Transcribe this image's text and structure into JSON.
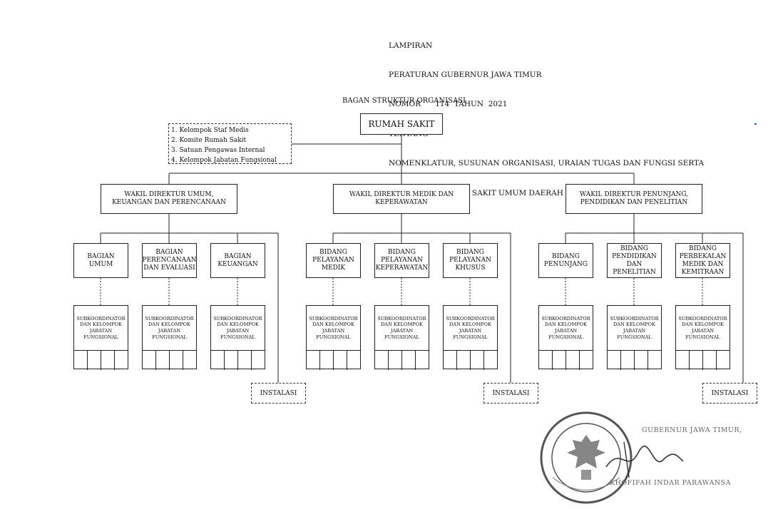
{
  "header": {
    "lines": [
      "LAMPIRAN",
      "PERATURAN GUBERNUR JAWA TIMUR",
      "NOMOR      114  TAHUN  2021",
      "TENTANG",
      "NOMENKLATUR, SUSUNAN ORGANISASI, URAIAN TUGAS DAN FUNGSI SERTA",
      "TATA KERJA RUMAH SAKIT UMUM DAERAH HAJI PROVINSI JAWA TIMUR"
    ]
  },
  "chart_title": "BAGAN STRUKTUR ORGANISASI",
  "top": "RUMAH SAKIT",
  "notes": [
    "1. Kelompok Staf Medis",
    "2. Komite Rumah Sakit",
    "3. Satuan Pengawas Internal",
    "4. Kelompok Jabatan Fungsional"
  ],
  "directors": [
    "WAKIL DIREKTUR UMUM, KEUANGAN DAN PERENCANAAN",
    "WAKIL DIREKTUR MEDIK DAN KEPERAWATAN",
    "WAKIL DIREKTUR PENUNJANG, PENDIDIKAN DAN PENELITIAN"
  ],
  "units": [
    "BAGIAN UMUM",
    "BAGIAN PERENCANAAN DAN EVALUASI",
    "BAGIAN KEUANGAN",
    "BIDANG PELAYANAN MEDIK",
    "BIDANG PELAYANAN KEPERAWATAN",
    "BIDANG PELAYANAN KHUSUS",
    "BIDANG PENUNJANG",
    "BIDANG PENDIDIKAN DAN PENELITIAN",
    "BIDANG PERBEKALAN MEDIK DAN KEMITRAAN"
  ],
  "sub_label": "SUBKOORDINATOR DAN KELOMPOK JABATAN FUNGSIONAL",
  "instalasi": "INSTALASI",
  "signature": {
    "title": "GUBERNUR JAWA TIMUR,",
    "name": "KHOFIFAH INDAR PARAWANSA"
  },
  "colors": {
    "line": "#222222",
    "mark": "#2a5db0"
  }
}
